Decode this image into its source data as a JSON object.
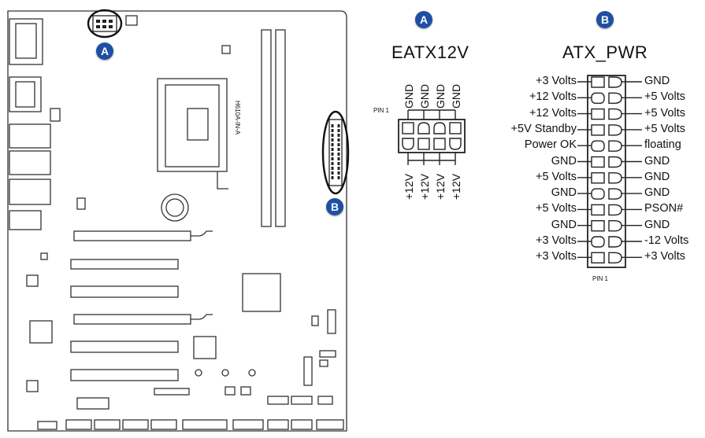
{
  "badges": {
    "a": "A",
    "b": "B"
  },
  "eatx": {
    "title": "EATX12V",
    "pin1": "PIN 1",
    "top_labels": [
      "GND",
      "GND",
      "GND",
      "GND"
    ],
    "bottom_labels": [
      "+12V",
      "+12V",
      "+12V",
      "+12V"
    ]
  },
  "atx": {
    "title": "ATX_PWR",
    "pin1": "PIN 1",
    "left_labels": [
      "+3 Volts",
      "+12 Volts",
      "+12 Volts",
      "+5V Standby",
      "Power OK",
      "GND",
      "+5 Volts",
      "GND",
      "+5 Volts",
      "GND",
      "+3 Volts",
      "+3 Volts"
    ],
    "right_labels": [
      "GND",
      "+5 Volts",
      "+5 Volts",
      "+5 Volts",
      "floating",
      "GND",
      "GND",
      "GND",
      "PSON#",
      "GND",
      "-12 Volts",
      "+3 Volts"
    ]
  },
  "board": {
    "chip_label": "H610A-IN-A"
  },
  "colors": {
    "badge": "#1f4fa3",
    "line": "#222222"
  }
}
